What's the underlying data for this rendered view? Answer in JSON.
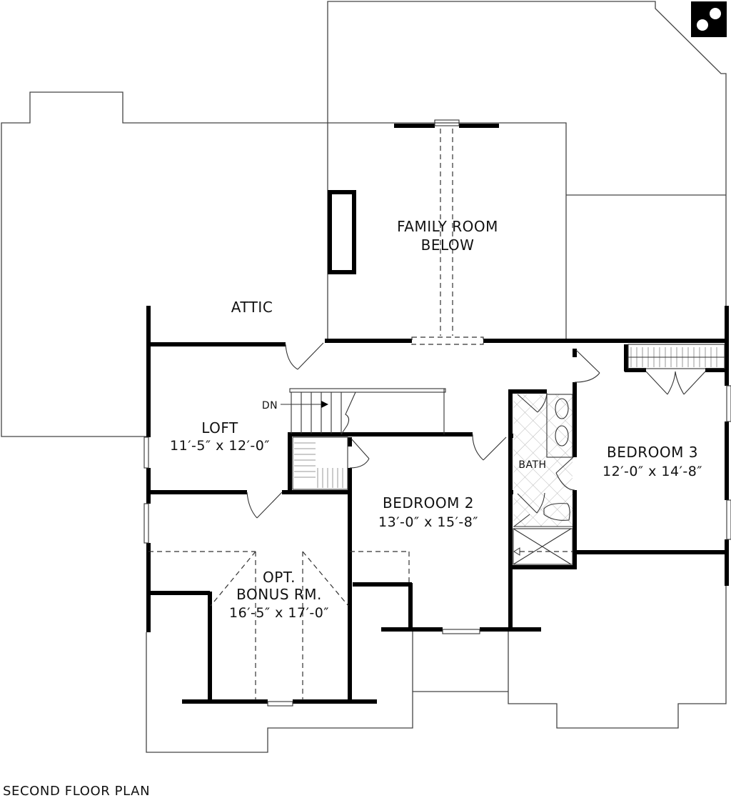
{
  "plan": {
    "title": "SECOND FLOOR PLAN",
    "colors": {
      "wall": "#000000",
      "outline": "#444444",
      "background": "#ffffff",
      "tile": "#bbbbbb"
    }
  },
  "rooms": {
    "family_room": {
      "line1": "FAMILY ROOM",
      "line2": "BELOW"
    },
    "attic": {
      "label": "ATTIC"
    },
    "loft": {
      "label": "LOFT",
      "dims": "11′-5″ x 12′-0″"
    },
    "bedroom2": {
      "label": "BEDROOM 2",
      "dims": "13′-0″ x 15′-8″"
    },
    "bedroom3": {
      "label": "BEDROOM 3",
      "dims": "12′-0″ x 14′-8″"
    },
    "bath": {
      "label": "BATH"
    },
    "bonus": {
      "line1": "OPT.",
      "line2": "BONUS RM.",
      "dims": "16′-5″ x 17′-0″"
    }
  },
  "stairs": {
    "label": "DN"
  },
  "icons": {
    "logo": "two-dots-logo-icon",
    "stair_arrow": "arrow-right-icon"
  }
}
